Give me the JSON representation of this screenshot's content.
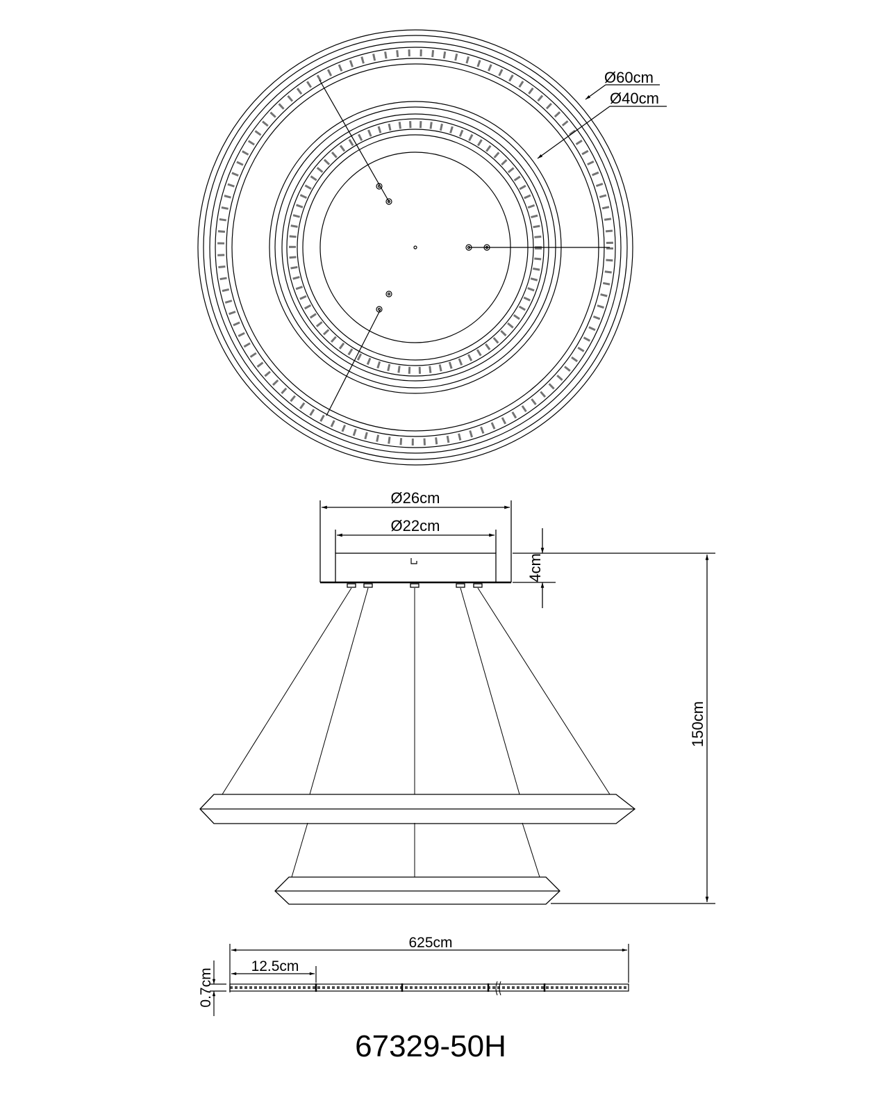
{
  "drawing": {
    "model_number": "67329-50H",
    "colors": {
      "line": "#000000",
      "background": "#ffffff"
    }
  },
  "top_view": {
    "outer_ring_diameter": "Ø60cm",
    "inner_ring_diameter": "Ø40cm"
  },
  "side_view": {
    "canopy_outer_diameter": "Ø26cm",
    "canopy_inner_diameter": "Ø22cm",
    "canopy_height": "4cm",
    "total_height": "150cm"
  },
  "led_strip": {
    "total_length": "625cm",
    "segment_length": "12.5cm",
    "thickness": "0.7cm"
  }
}
